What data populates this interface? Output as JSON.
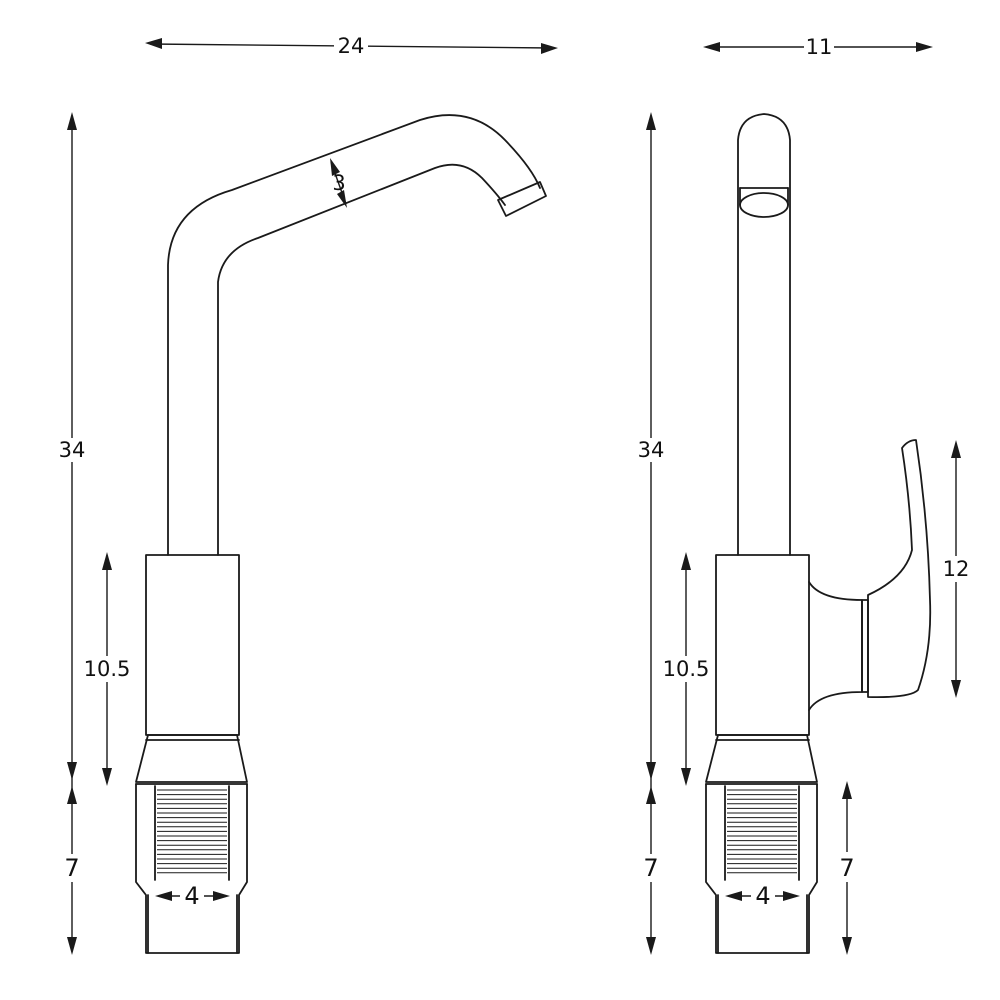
{
  "colors": {
    "line": "#1a1a1a",
    "background": "#ffffff"
  },
  "front_view": {
    "width_label": "24",
    "height_label": "34",
    "spout_diameter_label": "3",
    "body_height_label": "10.5",
    "shank_height_label": "7",
    "thread_width_label": "4"
  },
  "side_view": {
    "width_label": "11",
    "height_label": "34",
    "handle_height_label": "12",
    "body_height_label": "10.5",
    "shank_height_left_label": "7",
    "shank_height_right_label": "7",
    "thread_width_label": "4"
  }
}
